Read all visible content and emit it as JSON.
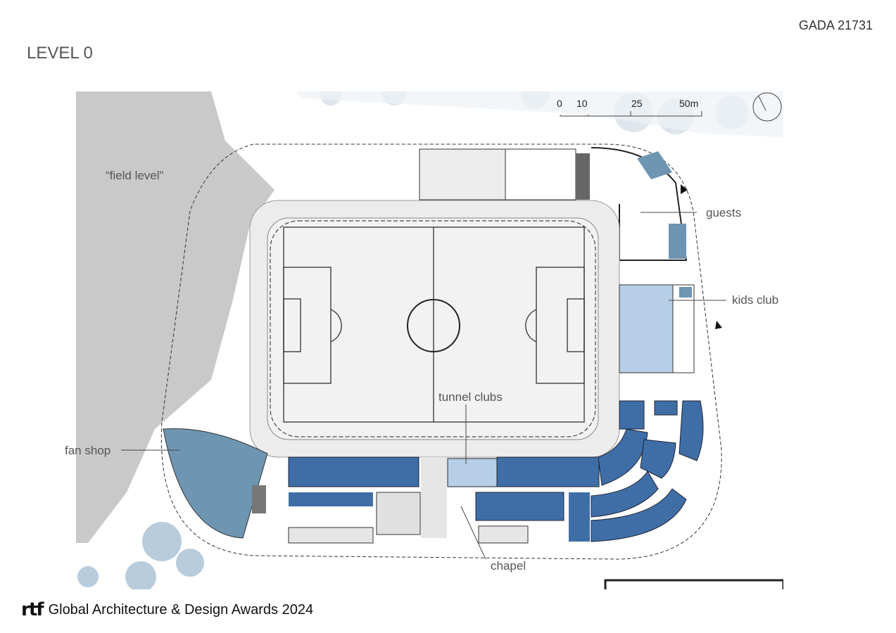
{
  "header": {
    "code": "GADA 21731",
    "level": "LEVEL 0"
  },
  "plan": {
    "labels": {
      "field_level": "“field level”",
      "guests": "guests",
      "kids_club": "kids club",
      "tunnel_clubs": "tunnel clubs",
      "fan_shop": "fan shop",
      "chapel": "chapel"
    },
    "scale": {
      "t0": "0",
      "t10": "10",
      "t25": "25",
      "t50": "50m"
    },
    "colors": {
      "dark_blue": "#3f6ea7",
      "light_blue": "#b6cfe6",
      "fan_blue": "#6e95b2",
      "field_grey": "#c9c9c9",
      "pitch": "#f2f2f2"
    }
  },
  "footer": {
    "logo": "rtf",
    "award": "Global Architecture & Design Awards 2024"
  }
}
